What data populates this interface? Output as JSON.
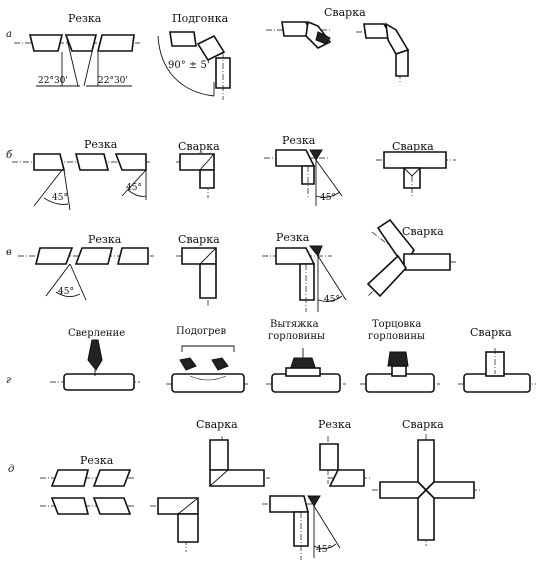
{
  "rows": {
    "a": {
      "letter": "а",
      "cut_label": "Резка",
      "fit_label": "Подгонка",
      "weld_label": "Сварка",
      "angle_left": "22°30'",
      "angle_right": "22°30'",
      "tolerance": "90° ± 5'"
    },
    "b": {
      "letter": "б",
      "cut_label": "Резка",
      "weld_label_1": "Сварка",
      "cut_label_2": "Резка",
      "weld_label_2": "Сварка",
      "angle_1": "45°",
      "angle_2": "45°",
      "angle_3": "45°"
    },
    "v": {
      "letter": "в",
      "cut_label": "Резка",
      "weld_label_1": "Сварка",
      "cut_label_2": "Резка",
      "weld_label_2": "Сварка",
      "angle_1": "45°",
      "angle_2": "45°"
    },
    "g": {
      "letter": "г",
      "drilling": "Сверление",
      "heating": "Подогрев",
      "neck_drawing_1": "Вытяжка",
      "neck_drawing_2": "горловины",
      "neck_facing_1": "Торцовка",
      "neck_facing_2": "горловины",
      "weld_label": "Сварка"
    },
    "d": {
      "letter": "д",
      "cut_label": "Резка",
      "weld_label_1": "Сварка",
      "cut_label_2": "Резка",
      "weld_label_2": "Сварка",
      "angle": "45°"
    }
  }
}
